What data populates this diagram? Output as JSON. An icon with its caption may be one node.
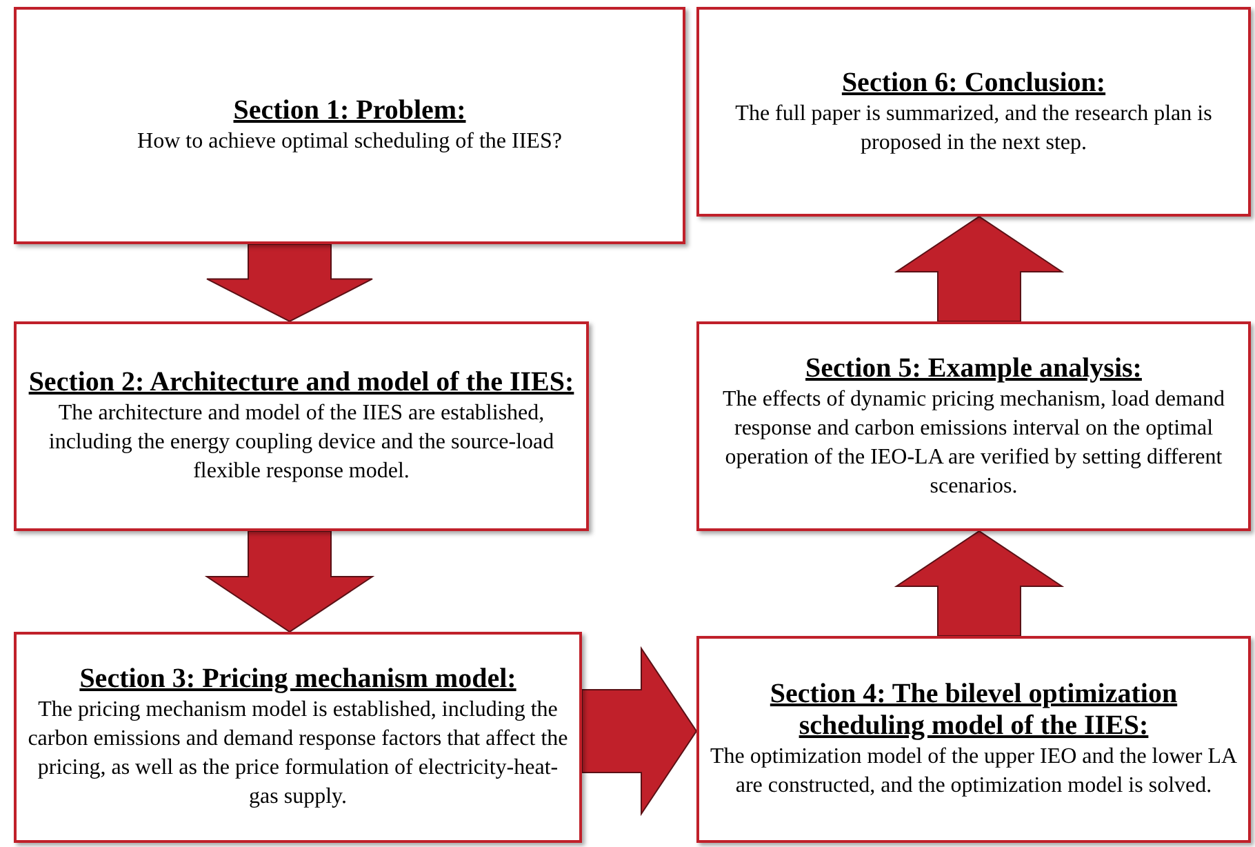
{
  "diagram": {
    "nodes": [
      {
        "text": [
          "Section 1: Problem:",
          "How to achieve optimal scheduling of the IIES?"
        ]
      },
      {
        "text": [
          "Section 2: Architecture and model of the IIES:",
          "The architecture and model of the IIES are established, including the energy coupling device and the source-load flexible response model."
        ]
      },
      {
        "text": [
          "Section 3: Pricing mechanism model:",
          "The pricing mechanism model is established, including the carbon emissions and demand response factors that affect the pricing, as well as the price formulation of electricity-heat-gas supply."
        ]
      },
      {
        "text": [
          "Section 4:  The bilevel optimization scheduling model of the IIES:",
          "The optimization model of the upper IEO and the lower LA are constructed, and the optimization model is solved."
        ]
      },
      {
        "text": [
          "Section 5: Example analysis:",
          "The effects of dynamic pricing mechanism, load demand response and carbon emissions interval on the optimal operation of the IEO-LA are verified by setting different scenarios."
        ]
      },
      {
        "text": [
          "Section  6: Conclusion:",
          "The full paper is summarized, and the research plan is proposed in the next step."
        ]
      }
    ],
    "edges": [
      {
        "from": 0,
        "to": 1,
        "arrow": "to"
      },
      {
        "from": 1,
        "to": 2,
        "arrow": "to"
      },
      {
        "from": 2,
        "to": 3,
        "arrow": "to"
      },
      {
        "from": 3,
        "to": 4,
        "arrow": "to"
      },
      {
        "from": 4,
        "to": 5,
        "arrow": "to"
      }
    ]
  }
}
